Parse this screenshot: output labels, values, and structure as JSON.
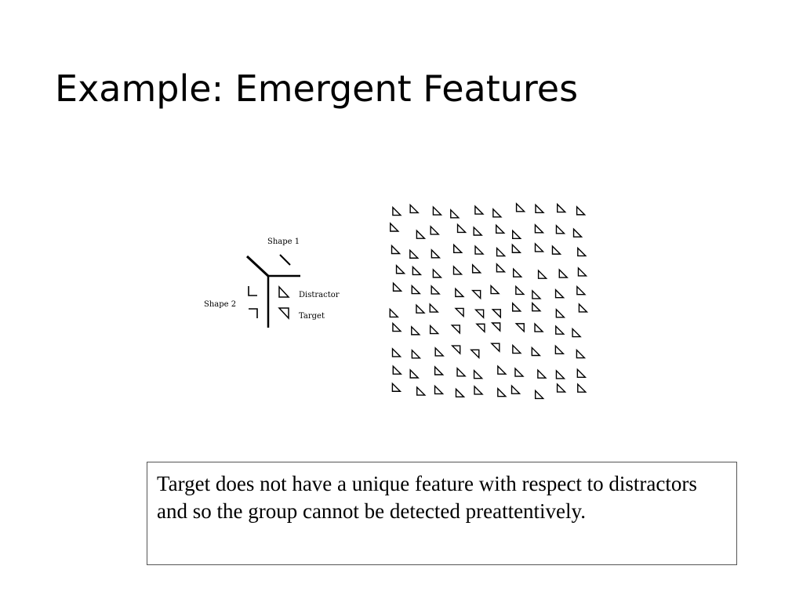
{
  "slide": {
    "title": "Example: Emergent Features"
  },
  "legend": {
    "shape1_label": "Shape 1",
    "shape2_label": "Shape 2",
    "distractor_label": "Distractor",
    "target_label": "Target"
  },
  "caption": {
    "text": "Target does not have a unique feature with respect to distractors and so the group cannot be detected preattentively."
  },
  "stimulus_grid": {
    "columns": 10,
    "rows": 10,
    "target_count": 11,
    "distractor_shape": "right-triangle-bottom-left",
    "target_shape": "right-triangle-top-right"
  }
}
